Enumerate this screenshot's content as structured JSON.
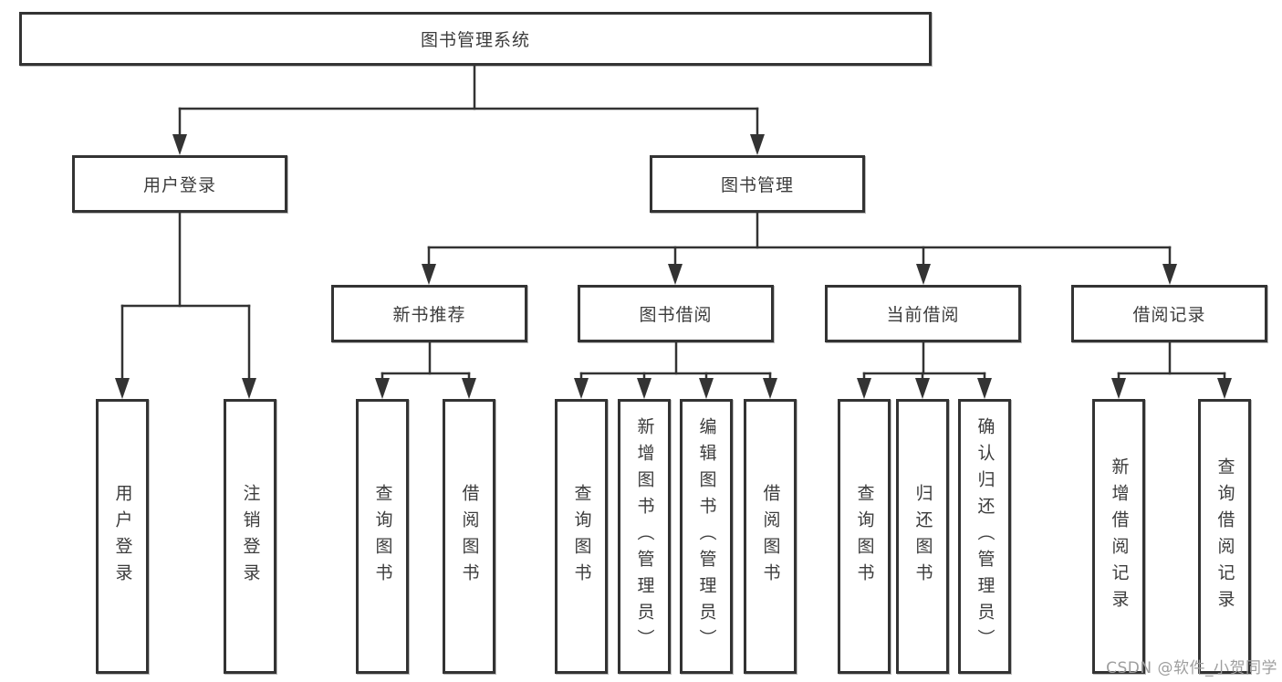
{
  "diagram": {
    "root": {
      "label": "图书管理系统"
    },
    "branches": [
      {
        "label": "用户登录",
        "children": [
          {
            "label": "用户登录"
          },
          {
            "label": "注销登录"
          }
        ]
      },
      {
        "label": "图书管理",
        "children": [
          {
            "label": "新书推荐",
            "children": [
              {
                "label": "查询图书"
              },
              {
                "label": "借阅图书"
              }
            ]
          },
          {
            "label": "图书借阅",
            "children": [
              {
                "label": "查询图书"
              },
              {
                "label": "新增图书（管理员）"
              },
              {
                "label": "编辑图书（管理员）"
              },
              {
                "label": "借阅图书"
              }
            ]
          },
          {
            "label": "当前借阅",
            "children": [
              {
                "label": "查询图书"
              },
              {
                "label": "归还图书"
              },
              {
                "label": "确认归还（管理员）"
              }
            ]
          },
          {
            "label": "借阅记录",
            "children": [
              {
                "label": "新增借阅记录"
              },
              {
                "label": "查询借阅记录"
              }
            ]
          }
        ]
      }
    ]
  },
  "watermark": "CSDN @软件_小贺同学",
  "colors": {
    "line": "#333333",
    "text": "#3c3c3c",
    "watermark": "#9e9e9e",
    "background": "#ffffff"
  }
}
